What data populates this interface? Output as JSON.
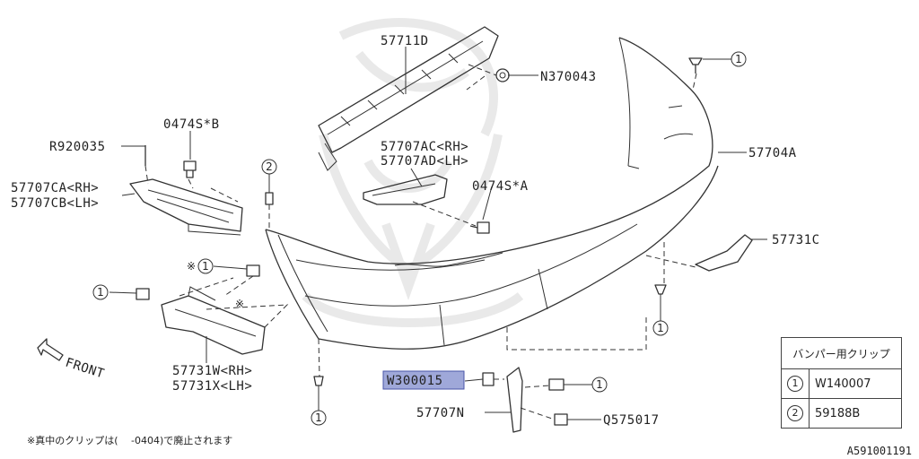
{
  "labels": {
    "p57711d": "57711D",
    "n370043": "N370043",
    "p0474sb": "0474S*B",
    "r920035": "R920035",
    "p57707ca": "57707CA<RH>",
    "p57707cb": "57707CB<LH>",
    "p57707ac": "57707AC<RH>",
    "p57707ad": "57707AD<LH>",
    "p0474sa": "0474S*A",
    "p57704a": "57704A",
    "p57731c": "57731C",
    "p57731w": "57731W<RH>",
    "p57731x": "57731X<LH>",
    "w300015": "W300015",
    "p57707n": "57707N",
    "q575017": "Q575017",
    "front": "FRONT",
    "mark_note": "※"
  },
  "callouts": {
    "one": "1",
    "two": "2"
  },
  "clip_table": {
    "header": "バンパー用クリップ",
    "rows": [
      {
        "num": "1",
        "part": "W140007"
      },
      {
        "num": "2",
        "part": "59188B"
      }
    ]
  },
  "footnote": "※真中のクリップは(　 -0404)で廃止されます",
  "diagram_id": "A591001191"
}
